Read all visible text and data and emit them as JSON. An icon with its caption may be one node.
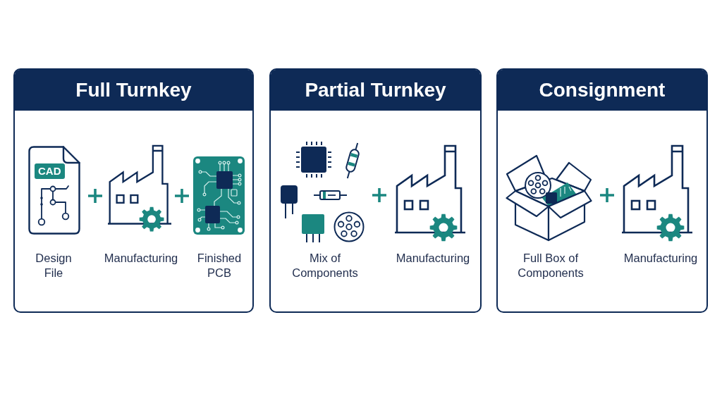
{
  "diagram": {
    "nodes": [
      {
        "text": [
          "Full Turnkey"
        ]
      },
      {
        "text": [
          "CAD"
        ],
        "in": 0,
        "beside": [
          "Design File"
        ]
      },
      {
        "text": [],
        "shape": "picture",
        "in": 0,
        "beside": [
          "Manufacturing"
        ]
      },
      {
        "text": [],
        "shape": "picture",
        "in": 0,
        "beside": [
          "Finished PCB"
        ]
      },
      {
        "text": [
          "Partial Turnkey"
        ]
      },
      {
        "text": [],
        "shape": "picture",
        "in": 4,
        "beside": [
          "Mix of Components"
        ]
      },
      {
        "text": [],
        "shape": "picture",
        "in": 4,
        "beside": [
          "Manufacturing"
        ]
      },
      {
        "text": [
          "Consignment"
        ]
      },
      {
        "text": [],
        "shape": "picture",
        "in": 7,
        "beside": [
          "Full Box of Components"
        ]
      },
      {
        "text": [],
        "shape": "picture",
        "in": 7,
        "beside": [
          "Manufacturing"
        ]
      }
    ]
  }
}
